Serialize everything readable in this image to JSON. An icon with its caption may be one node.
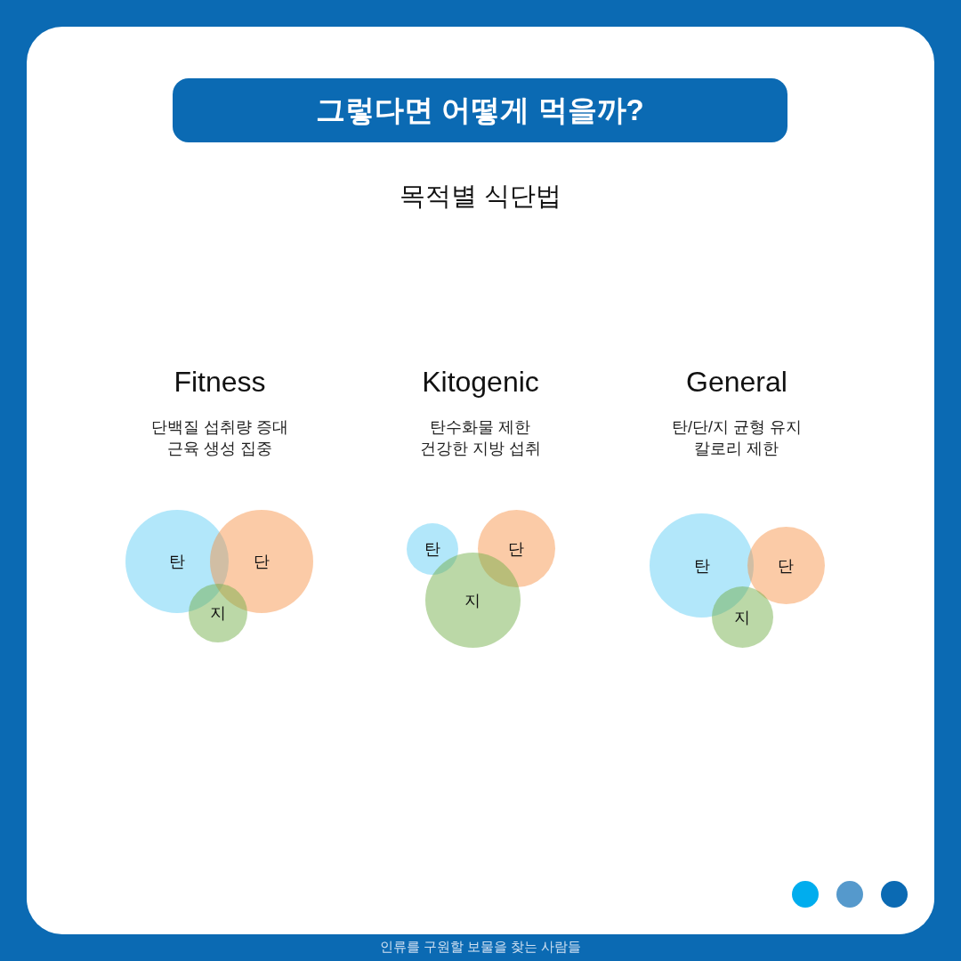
{
  "diagram": {
    "title": "그렇다면 어떻게 먹을까?",
    "nodes": [
      {
        "text": [
          "탄"
        ]
      },
      {
        "text": [
          "단"
        ]
      },
      {
        "text": [
          "지"
        ]
      },
      {
        "text": [
          "탄"
        ]
      },
      {
        "text": [
          "단"
        ]
      },
      {
        "text": [
          "지"
        ]
      },
      {
        "text": [
          "탄"
        ]
      },
      {
        "text": [
          "단"
        ]
      },
      {
        "text": [
          "지"
        ]
      }
    ],
    "labels": [
      "목적별 식단법",
      "Fitness",
      "Kitogenic",
      "General",
      "단백질 섭취량 증대 근육 생성 집중",
      "탄수화물 제한 건강한 지방 섭취",
      "탄/단/지 균형 유지 칼로리 제한",
      "인류를 구원할 보물을 찾는 사람들"
    ]
  }
}
